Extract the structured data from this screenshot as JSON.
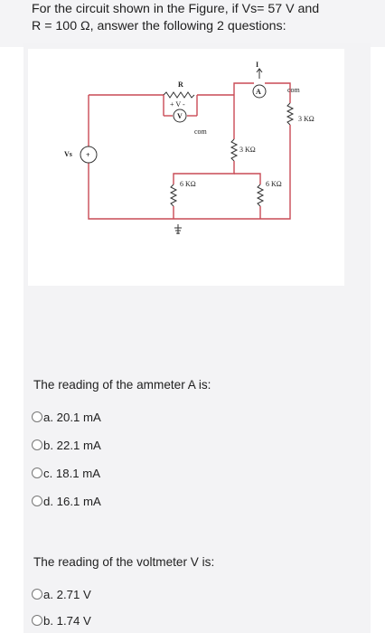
{
  "header": {
    "line1": "For the circuit shown in the Figure, if Vs= 57 V and",
    "line2": "R = 100 Ω, answer the following 2 questions:"
  },
  "figure": {
    "labels": {
      "r": "R",
      "rpm": "+ V -",
      "v": "V",
      "com1": "com",
      "com2": "com",
      "a": "A",
      "i": "I",
      "vs": "Vs",
      "vs_plus": "+",
      "r3k_mid": "3 KΩ",
      "r3k_right": "3 KΩ",
      "r6k_left": "6 KΩ",
      "r6k_right": "6 KΩ"
    }
  },
  "questions": [
    {
      "text": "The reading of the ammeter A is:",
      "options": [
        "a. 20.1 mA",
        "b. 22.1 mA",
        "c. 18.1 mA",
        "d. 16.1 mA"
      ]
    },
    {
      "text": "The reading of the voltmeter V is:",
      "options": [
        "a. 2.71 V",
        "b. 1.74 V"
      ]
    }
  ]
}
